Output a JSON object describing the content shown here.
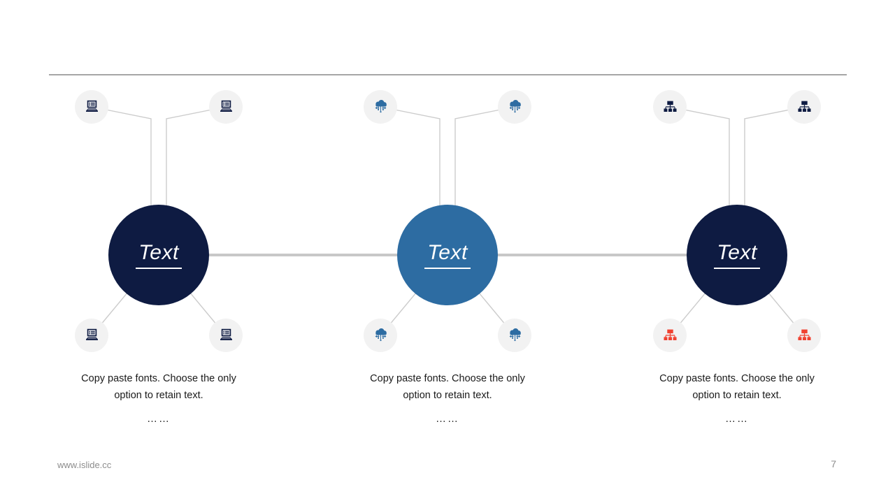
{
  "slide": {
    "footer": {
      "website": "www.islide.cc",
      "page_number": "7"
    }
  },
  "colors": {
    "navy": "#0E1B42",
    "blue": "#2D6CA2",
    "red": "#F04130",
    "satellite_bg": "#F2F2F2",
    "connector": "#CCCCCC",
    "thick_connector": "#C8C8C8",
    "divider": "#A6A6A6",
    "text_dark": "#1A1A1A",
    "footer_text": "#8C8C8C"
  },
  "groups": [
    {
      "label": "Text",
      "circle_color": "#0E1B42",
      "icon": "laptop-icon",
      "top_icon_color": "#0E1B42",
      "bottom_icon_color": "#0E1B42",
      "description": "Copy paste fonts. Choose the only option to retain text.",
      "ellipsis": "……"
    },
    {
      "label": "Text",
      "circle_color": "#2D6CA2",
      "icon": "cloud-network-icon",
      "top_icon_color": "#2D6CA2",
      "bottom_icon_color": "#2D6CA2",
      "description": "Copy paste fonts. Choose the only option to retain text.",
      "ellipsis": "……"
    },
    {
      "label": "Text",
      "circle_color": "#0E1B42",
      "icon": "sitemap-icon",
      "top_icon_color": "#0E1B42",
      "bottom_icon_color": "#F04130",
      "description": "Copy paste fonts. Choose the only option to retain text.",
      "ellipsis": "……"
    }
  ]
}
